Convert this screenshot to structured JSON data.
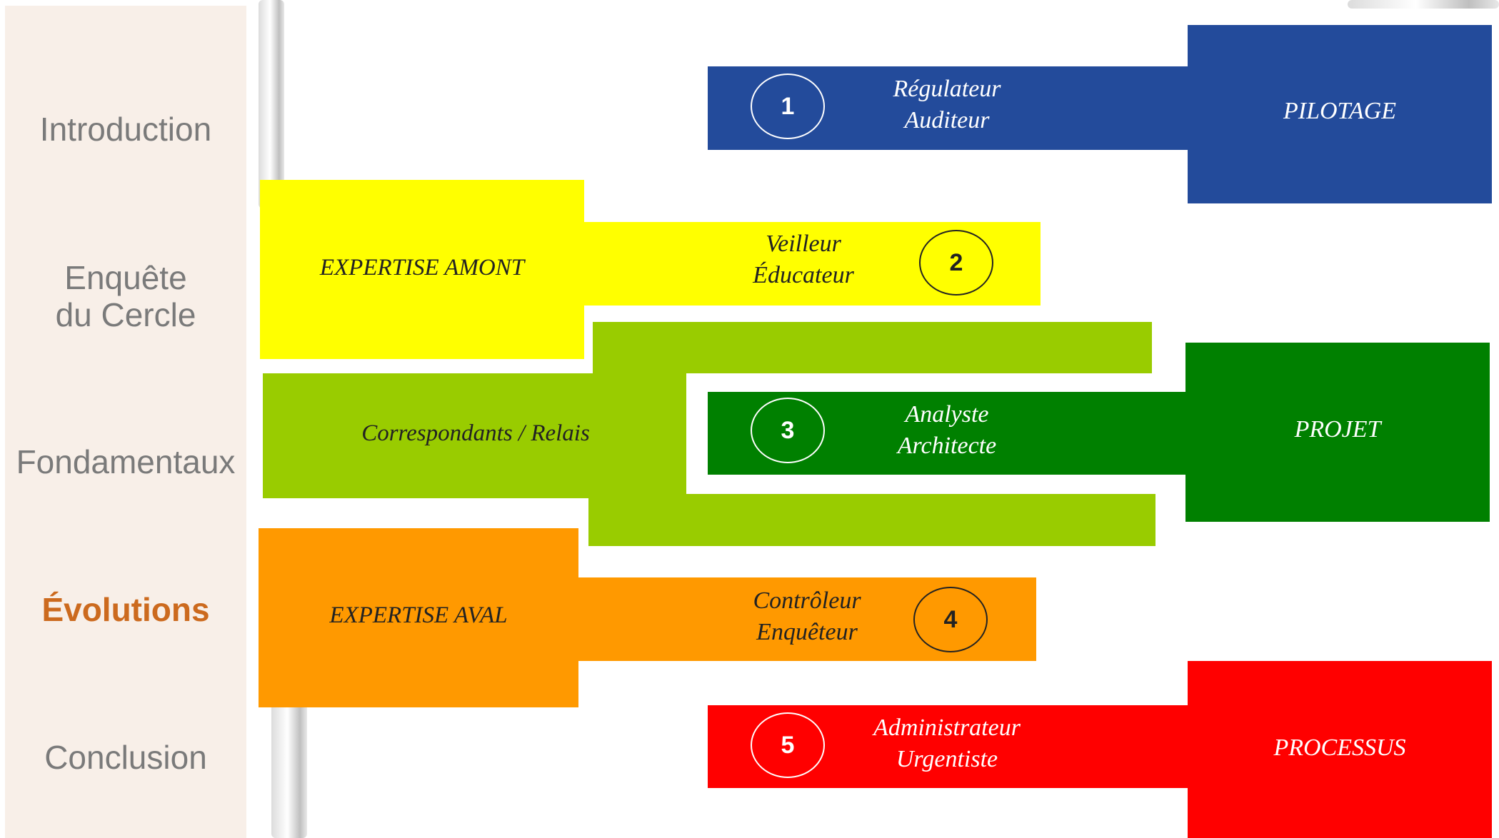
{
  "nav": [
    {
      "lines": [
        "Introduction"
      ],
      "active": false
    },
    {
      "lines": [
        "Enquête",
        "du Cercle"
      ],
      "active": false
    },
    {
      "lines": [
        "Fondamentaux"
      ],
      "active": false
    },
    {
      "lines": [
        "Évolutions"
      ],
      "active": true
    },
    {
      "lines": [
        "Conclusion"
      ],
      "active": false
    }
  ],
  "rows": [
    {
      "number": "1",
      "roles": [
        "Régulateur",
        "Auditeur"
      ],
      "category": "PILOTAGE",
      "color": "#234b9b"
    },
    {
      "number": "2",
      "roles": [
        "Veilleur",
        "Éducateur"
      ],
      "category": "EXPERTISE AMONT",
      "color": "#ffff00"
    },
    {
      "roles": [
        "Correspondants / Relais"
      ],
      "color": "#99cc00"
    },
    {
      "number": "3",
      "roles": [
        "Analyste",
        "Architecte"
      ],
      "category": "PROJET",
      "color": "#008000"
    },
    {
      "number": "4",
      "roles": [
        "Contrôleur",
        "Enquêteur"
      ],
      "category": "EXPERTISE AVAL",
      "color": "#ff9900"
    },
    {
      "number": "5",
      "roles": [
        "Administrateur",
        "Urgentiste"
      ],
      "category": "PROCESSUS",
      "color": "#ff0000"
    }
  ],
  "colors": {
    "nav_text": "#7a7a7a",
    "nav_active": "#cc6a1e",
    "sidebar_bg": "#f8efe8"
  }
}
